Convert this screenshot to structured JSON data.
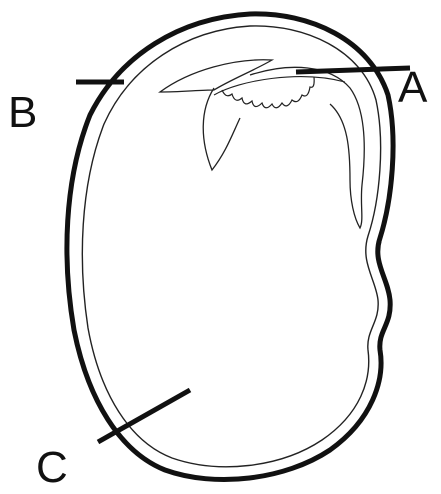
{
  "labels": {
    "a": "A",
    "b": "B",
    "c": "C"
  },
  "colors": {
    "line": "#111111",
    "fill": "#ffffff"
  }
}
